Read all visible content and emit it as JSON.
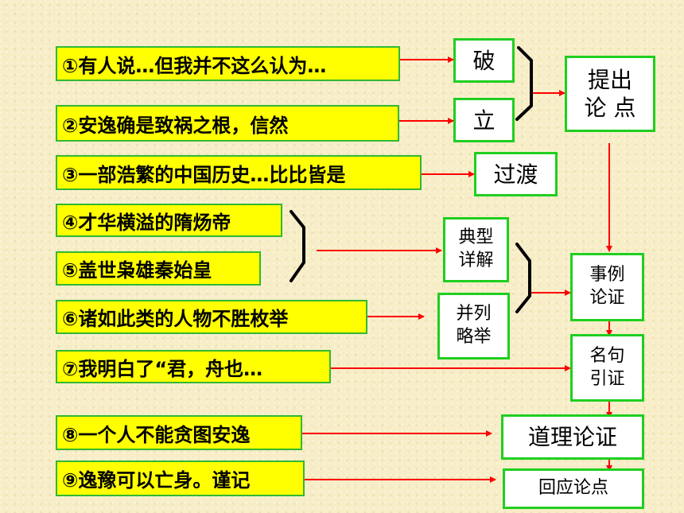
{
  "items": {
    "i1": "①有人说…但我并不这么认为…",
    "i2": "②安逸确是致祸之根，信然",
    "i3": "③一部浩繁的中国历史…比比皆是",
    "i4": "④才华横溢的隋炀帝",
    "i5": "⑤盖世枭雄秦始皇",
    "i6": "⑥诸如此类的人物不胜枚举",
    "i7": "⑦我明白了“君，舟也…",
    "i8": "⑧一个人不能贪图安逸",
    "i9": "⑨逸豫可以亡身。谨记"
  },
  "labels": {
    "po": "破",
    "li": "立",
    "guodu": "过渡",
    "dianxing": "典型\n详解",
    "binglie": "并列\n略举",
    "tichu": "提出\n论 点",
    "shili": "事例\n论证",
    "mingju": "名句\n引证",
    "daoli": "道理论证",
    "huiying": "回应论点"
  },
  "colors": {
    "item_fill": "#ffff00",
    "item_border": "#33b833",
    "label_border": "#1fcf1f",
    "arrow": "#ff0000",
    "bracket": "#000000"
  }
}
